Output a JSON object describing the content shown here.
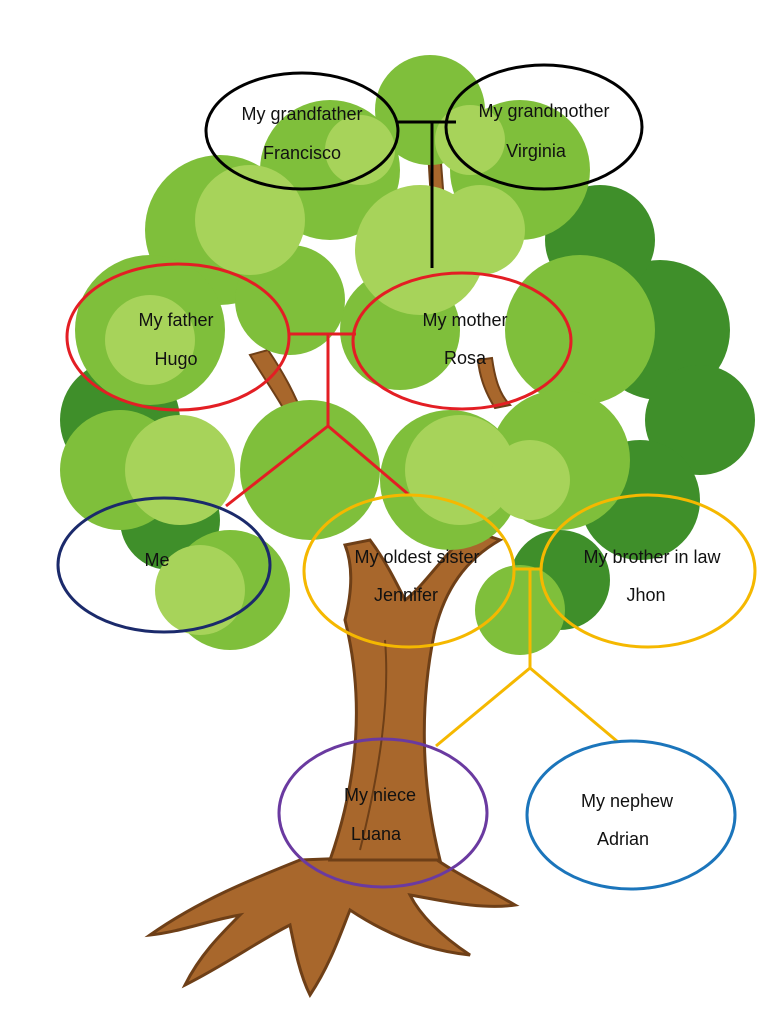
{
  "colors": {
    "grandparents": "#000000",
    "parents": "#e31e24",
    "me": "#1b2a6b",
    "sibling": "#f5b800",
    "niece": "#6a3aa0",
    "nephew": "#1b75bb",
    "foliage_light": "#a7d35a",
    "foliage_mid": "#7fbf3b",
    "foliage_dark": "#3f8f2a",
    "trunk": "#a8672c",
    "trunk_dark": "#6e3f17"
  },
  "nodes": {
    "grandfather": {
      "title": "My grandfather",
      "name": "Francisco"
    },
    "grandmother": {
      "title": "My grandmother",
      "name": "Virginia"
    },
    "father": {
      "title": "My father",
      "name": "Hugo"
    },
    "mother": {
      "title": "My mother",
      "name": "Rosa"
    },
    "me": {
      "title": "Me",
      "name": ""
    },
    "sister": {
      "title": "My oldest sister",
      "name": "Jennifer"
    },
    "brother_in_law": {
      "title": "My brother in law",
      "name": "Jhon"
    },
    "niece": {
      "title": "My niece",
      "name": "Luana"
    },
    "nephew": {
      "title": "My nephew",
      "name": "Adrian"
    }
  }
}
